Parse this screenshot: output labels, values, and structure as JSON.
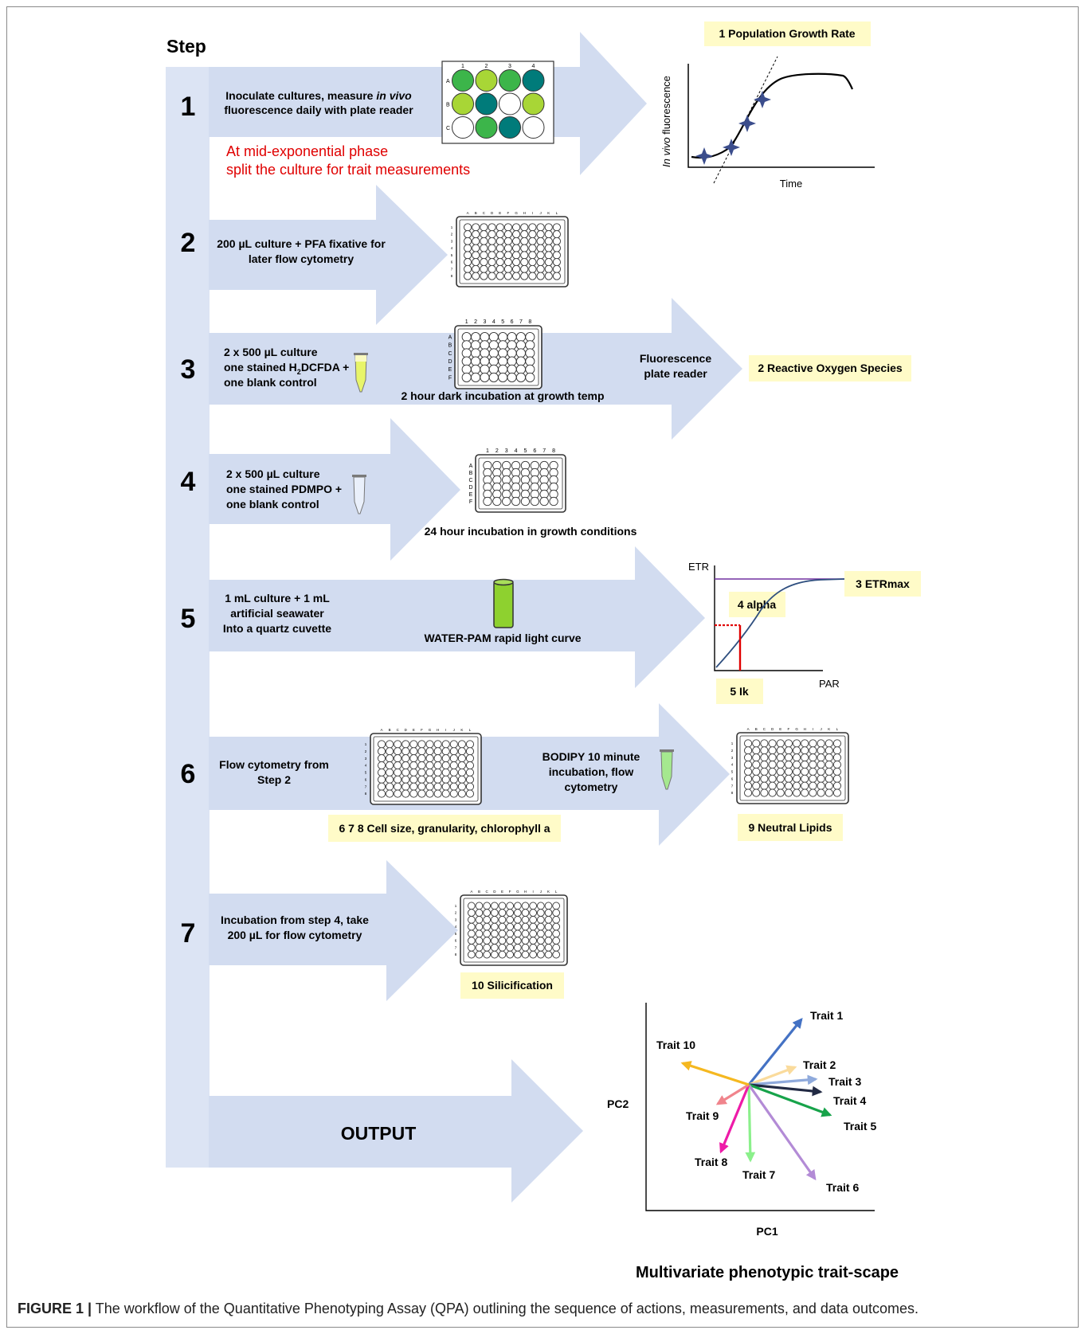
{
  "step_header": "Step",
  "steps": [
    {
      "number": "1",
      "lines": [
        "Inoculate cultures, measure",
        "fluorescence daily with plate reader"
      ],
      "italic_word": "in vivo",
      "note": [
        "At mid-exponential phase",
        "split the culture for trait measurements"
      ]
    },
    {
      "number": "2",
      "lines": [
        "200 µL culture + PFA fixative for",
        "later flow cytometry"
      ]
    },
    {
      "number": "3",
      "lines": [
        "2 x 500 µL culture",
        "one stained H",
        "2",
        "DCFDA +",
        "one blank control"
      ],
      "sub": "2 hour dark incubation at growth temp",
      "right": [
        "Fluorescence",
        "plate reader"
      ]
    },
    {
      "number": "4",
      "lines": [
        "2 x 500 µL culture",
        "one stained PDMPO +",
        "one blank control"
      ],
      "sub": "24 hour incubation in growth conditions"
    },
    {
      "number": "5",
      "lines": [
        "1 mL culture + 1 mL",
        "artificial seawater",
        "Into a quartz cuvette"
      ],
      "sub": "WATER-PAM rapid light curve"
    },
    {
      "number": "6",
      "lines": [
        "Flow cytometry from",
        "Step 2"
      ],
      "right": [
        "BODIPY 10 minute",
        "incubation, flow",
        "cytometry"
      ]
    },
    {
      "number": "7",
      "lines": [
        "Incubation from step 4, take",
        "200 µL for flow cytometry"
      ]
    }
  ],
  "output_label": "OUTPUT",
  "traits": {
    "t1": "1 Population Growth Rate",
    "t2": "2 Reactive Oxygen Species",
    "t3": "3 ETRmax",
    "t4": "4 alpha",
    "t5": "5 Ik",
    "t678": "6 7 8 Cell size, granularity, chlorophyll a",
    "t9": "9 Neutral Lipids",
    "t10": "10 Silicification"
  },
  "growth_plot": {
    "ylabel_italic": "In vivo",
    "ylabel_rest": " fluorescence",
    "xlabel": "Time"
  },
  "plate_wells_1": {
    "cols": [
      "1",
      "2",
      "3",
      "4"
    ],
    "rows": [
      "A",
      "B",
      "C"
    ],
    "colors": [
      [
        "#3cb54a",
        "#a8d636",
        "#3cb54a",
        "#007b7a"
      ],
      [
        "#a8d636",
        "#007b7a",
        "#ffffff",
        "#a8d636"
      ],
      [
        "#ffffff",
        "#3cb54a",
        "#007b7a",
        "#ffffff"
      ]
    ]
  },
  "plate_96": {
    "cols": [
      "A",
      "B",
      "C",
      "D",
      "E",
      "F",
      "G",
      "H",
      "I",
      "J",
      "K",
      "L"
    ],
    "rows": [
      "1",
      "2",
      "3",
      "4",
      "5",
      "6",
      "7",
      "8"
    ]
  },
  "plate_48": {
    "cols": [
      "1",
      "2",
      "3",
      "4",
      "5",
      "6",
      "7",
      "8"
    ],
    "rows": [
      "A",
      "B",
      "C",
      "D",
      "E",
      "F"
    ]
  },
  "etr_plot": {
    "ylabel": "ETR",
    "xlabel": "PAR"
  },
  "pca": {
    "xlabel": "PC1",
    "ylabel": "PC2",
    "title": "Multivariate phenotypic trait-scape",
    "traits": [
      {
        "name": "Trait 1",
        "color": "#4472c4"
      },
      {
        "name": "Trait 2",
        "color": "#fadb9c"
      },
      {
        "name": "Trait 3",
        "color": "#8faadc"
      },
      {
        "name": "Trait 4",
        "color": "#222a44"
      },
      {
        "name": "Trait 5",
        "color": "#17a34a"
      },
      {
        "name": "Trait 6",
        "color": "#b38bd6"
      },
      {
        "name": "Trait 7",
        "color": "#8bf08b"
      },
      {
        "name": "Trait 8",
        "color": "#ee1ba8"
      },
      {
        "name": "Trait 9",
        "color": "#f0848c"
      },
      {
        "name": "Trait 10",
        "color": "#f5b820"
      }
    ]
  },
  "colors": {
    "arrow": "#d2dcf0",
    "bar": "#dce4f4",
    "highlight": "#fffbc8",
    "red": "#e00000"
  },
  "caption": {
    "label": "FIGURE 1 |",
    "text": " The workflow of the Quantitative Phenotyping Assay (QPA) outlining the sequence of actions, measurements, and data outcomes."
  }
}
